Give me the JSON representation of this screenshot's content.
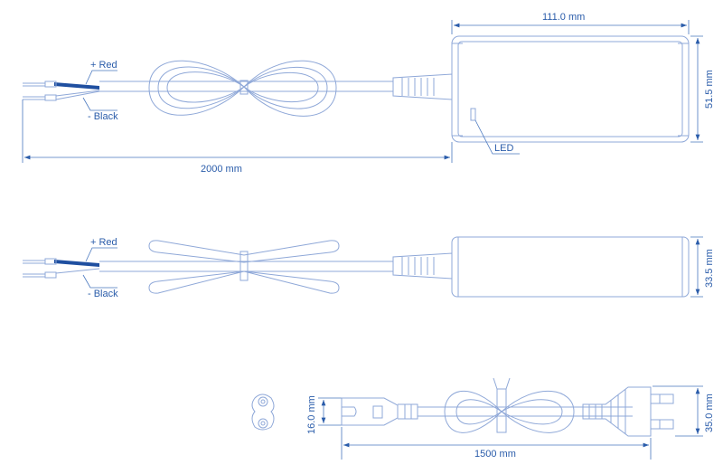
{
  "top_view": {
    "width_dim": "111.0 mm",
    "height_dim": "51.5 mm",
    "cable_length": "2000 mm",
    "led_label": "LED",
    "wire_positive": "+ Red",
    "wire_negative": "- Black"
  },
  "side_view": {
    "height_dim": "33.5 mm",
    "wire_positive": "+ Red",
    "wire_negative": "- Black"
  },
  "mains_cord": {
    "connector_dim": "16.0 mm",
    "plug_dim": "35.0 mm",
    "cable_length": "1500 mm"
  },
  "colors": {
    "line": "#8fa8d8",
    "text": "#2a5caa",
    "wire_dark": "#1f4fa0"
  }
}
